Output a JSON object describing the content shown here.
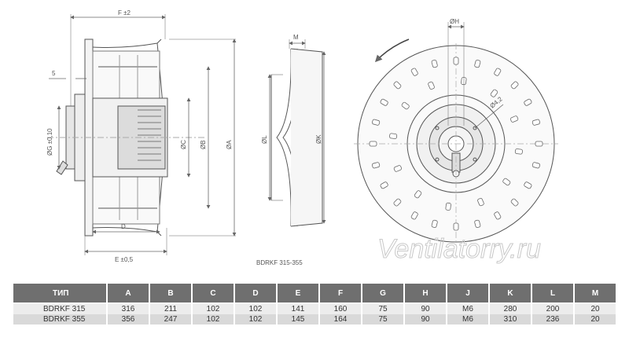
{
  "drawing": {
    "side_view": {
      "dims": {
        "F": "F ±2",
        "five": "5",
        "G": "ØG ±0,10",
        "C": "ØC",
        "B": "ØB",
        "A": "ØA",
        "D": "D",
        "E": "E ±0,5"
      }
    },
    "profile_view": {
      "dims": {
        "M": "M",
        "L": "ØL",
        "K": "ØK"
      },
      "caption": "BDRKF 315-355"
    },
    "front_view": {
      "dims": {
        "H": "ØH",
        "J": "Ø4,2"
      }
    },
    "watermark": "Ventilatorry.ru"
  },
  "table": {
    "headers": [
      "ТИП",
      "A",
      "B",
      "C",
      "D",
      "E",
      "F",
      "G",
      "H",
      "J",
      "K",
      "L",
      "M"
    ],
    "rows": [
      [
        "BDRKF 315",
        "316",
        "211",
        "102",
        "102",
        "141",
        "160",
        "75",
        "90",
        "M6",
        "280",
        "200",
        "20"
      ],
      [
        "BDRKF 355",
        "356",
        "247",
        "102",
        "102",
        "145",
        "164",
        "75",
        "90",
        "M6",
        "310",
        "236",
        "20"
      ]
    ]
  }
}
